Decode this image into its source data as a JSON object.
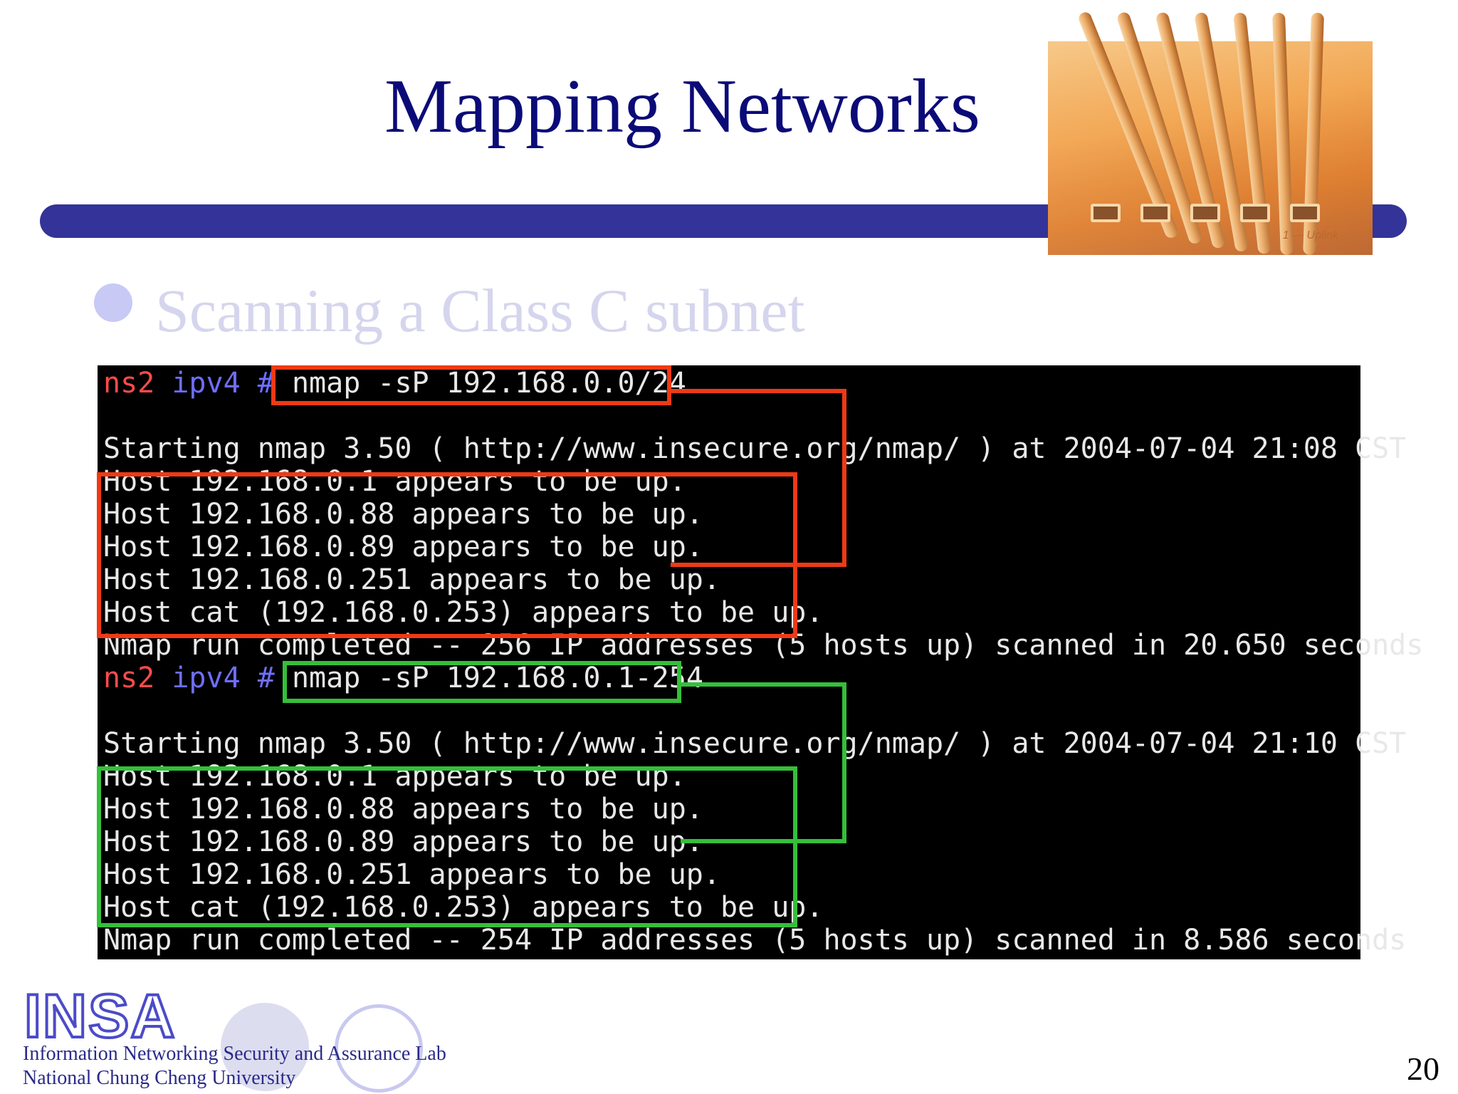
{
  "slide": {
    "title": "Mapping Networks",
    "bullet": "Scanning a Class C subnet",
    "page_number": "20"
  },
  "terminal": {
    "prompt_host": "ns2",
    "prompt_dir": "ipv4",
    "prompt_hash": "#",
    "scan1": {
      "command": "nmap -sP 192.168.0.0/24",
      "start": "Starting nmap 3.50 ( http://www.insecure.org/nmap/ ) at 2004-07-04 21:08 CST",
      "hosts": [
        "Host 192.168.0.1 appears to be up.",
        "Host 192.168.0.88 appears to be up.",
        "Host 192.168.0.89 appears to be up.",
        "Host 192.168.0.251 appears to be up.",
        "Host cat (192.168.0.253) appears to be up."
      ],
      "summary": "Nmap run completed -- 256 IP addresses (5 hosts up) scanned in 20.650 seconds"
    },
    "scan2": {
      "command": "nmap -sP 192.168.0.1-254",
      "start": "Starting nmap 3.50 ( http://www.insecure.org/nmap/ ) at 2004-07-04 21:10 CST",
      "hosts": [
        "Host 192.168.0.1 appears to be up.",
        "Host 192.168.0.88 appears to be up.",
        "Host 192.168.0.89 appears to be up.",
        "Host 192.168.0.251 appears to be up.",
        "Host cat (192.168.0.253) appears to be up."
      ],
      "summary": "Nmap run completed -- 254 IP addresses (5 hosts up) scanned in 8.586 seconds"
    }
  },
  "footer": {
    "logo": "INSA",
    "lab_name": "Information Networking Security and Assurance Lab",
    "university": "National Chung Cheng University"
  },
  "photo": {
    "label_num": "1",
    "label_text": "Uplink"
  },
  "colors": {
    "title": "#0b0b78",
    "bar": "#333399",
    "highlight_red": "#ee3a16",
    "highlight_green": "#35bf3a"
  }
}
